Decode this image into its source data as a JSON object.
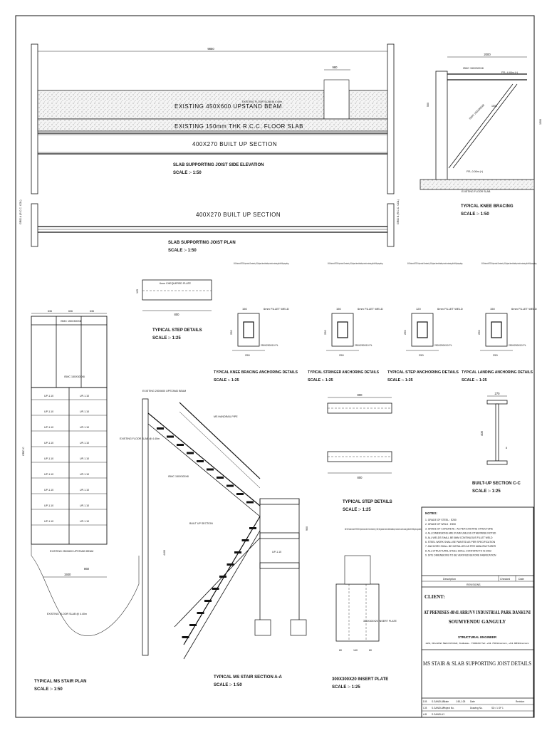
{
  "elevation": {
    "overall_dim": "9850",
    "gap_dim": "980",
    "upstand_label": "EXISTING 450X600 UPSTAND BEAM",
    "ffl_label": "EXISTING FLOOR SLAB @ 4.40m",
    "slab_label": "EXISTING 150mm THK R.C.C. FLOOR SLAB",
    "beam_label": "400X270 BUILT UP SECTION",
    "title": "SLAB SUPPORTING JOIST SIDE ELEVATION",
    "scale": "SCALE :- 1:50"
  },
  "plan": {
    "beam_label": "400X270 BUILT UP SECTION",
    "title": "SLAB SUPPORTING JOIST PLAN",
    "scale": "SCALE :- 1:50"
  },
  "knee": {
    "top_dim": "2000",
    "plate_label": "ISMC 150X300X8",
    "ffl_top": "FFL-4.40m (+)",
    "ffl_bot": "FFL-0.00m (+)",
    "ffl_existing": "EXISTING FLOOR SLAB",
    "brace_label": "ISMC 150X300X8",
    "brace_dim": "1500",
    "side_dim": "1500",
    "left_dim": "500",
    "title": "TYPICAL KNEE BRACING",
    "scale": "SCALE :- 1:50"
  },
  "step_detail_1": {
    "plate_label": "6mm CHEQUERED PLATE",
    "dim_h": "125",
    "dim_w": "800",
    "title": "TYPICAL STEP DETAILS",
    "scale": "SCALE :- 1:25"
  },
  "anchor_note": "M16 HILTI threaded rod with HIT-RE 500 V4 injection mortar with 120 mm embedment h_ef, M16, Steel galvanized. Hammer drilled installation per instruction for use with annular gap filled with Hilti filling set using suitable gap...",
  "anchors": [
    {
      "title": "TYPICAL KNEE BRACING ANCHORING DETAILS",
      "scale": "SCALE :- 1:25",
      "weld": "6mm FILLET WELD",
      "plate": "250X250X10 PL",
      "d1": "150",
      "d2": "250",
      "d3": "250"
    },
    {
      "title": "TYPICAL STRINGER ANCHORING DETAILS",
      "scale": "SCALE :- 1:25",
      "weld": "6mm FILLET WELD",
      "plate": "250X250X10 PL",
      "d1": "150",
      "d2": "250",
      "d3": "250"
    },
    {
      "title": "TYPICAL STEP ANCHORING DETAILS",
      "scale": "SCALE :- 1:25",
      "weld": "6mm FILLET WELD",
      "plate": "250X250X10 PL",
      "d1": "120",
      "d2": "250",
      "d3": "250"
    },
    {
      "title": "TYPICAL LANDING ANCHORING DETAILS",
      "scale": "SCALE :- 1:25",
      "weld": "6mm FILLET WELD",
      "plate": "250X250X10 PL",
      "d1": "150",
      "d2": "250",
      "d3": "250"
    }
  ],
  "stair_plan": {
    "dims": [
      "636",
      "636",
      "636"
    ],
    "landing_label": "ISMC 150X300X8",
    "mid_label": "ISMC 150X300X8",
    "steps_left": [
      "UP-1.10",
      "UP-1.10",
      "UP-1.10",
      "UP-1.10",
      "UP-1.10",
      "UP-1.10",
      "UP-1.10",
      "UP-1.10",
      "UP-1.10"
    ],
    "steps_right": [
      "UP-1.10",
      "UP-1.10",
      "UP-1.10",
      "UP-1.10",
      "UP-1.10",
      "UP-1.10",
      "UP-1.10",
      "UP-1.10",
      "UP-1.10"
    ],
    "upstand": "EXISTING 250X600 UPSTAND BEAM",
    "ffl": "EXISTING FLOOR SLAB @ 4.40m",
    "dim_bottom": "1930",
    "dim_right": "860",
    "title": "TYPICAL MS STAIR PLAN",
    "scale": "SCALE :- 1:50"
  },
  "stair_section": {
    "upstand": "EXISTING 250X600 UPSTAND BEAM",
    "ffl": "EXISTING FLOOR SLAB @ 4.40m",
    "handrail": "MS HANDRAIL PIPE",
    "stringer": "ISMC 150X300X8",
    "section": "BUILT UP SECTION",
    "landing": "UP-1.10",
    "dim_v": "4400",
    "dim_v2": "900",
    "title": "TYPICAL MS STAIR SECTION A-A",
    "scale": "SCALE :- 1:50"
  },
  "step_detail_2": {
    "dim_top": "800",
    "dim_bot": "800",
    "title": "TYPICAL STEP DETAILS",
    "scale": "SCALE :- 1:25"
  },
  "builtup": {
    "dim_top": "270",
    "dim_h": "400",
    "dim_t": "8",
    "title": "BUILT-UP SECTION C-C",
    "scale": "SCALE :- 1:25"
  },
  "insert_plate": {
    "plate": "300X300X20 INSERT PLATE",
    "dims": [
      "80",
      "140",
      "80"
    ],
    "title": "300X300X20 INSERT PLATE",
    "scale": "SCALE :- 1:25"
  },
  "notes": {
    "heading": "NOTES:",
    "items": [
      "1. GRADE OF STEEL : E250",
      "2. GRADE OF WELD : E350",
      "3. GRADE OF CONCRETE : AS PER EXISTING STRUCTURE",
      "4. ALL DIMENSIONS ARE IN MM UNLESS OTHERWISE NOTED",
      "5. ALL WELDS SHALL BE 6MM CONTINUOUS FILLET WELD",
      "6. STEEL WORK SHALL BE PAINTED AS PER SPECIFICATION",
      "7. ANCHORS SHALL BE INSTALLED AS PER MANUFACTURER",
      "8. ALL STRUCTURAL STEEL SHALL CONFORM TO IS 2062",
      "9. SITE DIMENSIONS TO BE VERIFIED BEFORE FABRICATION"
    ]
  },
  "revision": {
    "cols": [
      "Description",
      "Checked",
      "Date"
    ],
    "label": "REVISIONS"
  },
  "client": {
    "label": "CLIENT:",
    "line1": "AT PREMISES 40/41 ARRJVV INDUSTRIAL PARK DANKUNI",
    "line2": "SOUMYENDU GANGULY",
    "role": "STRUCTURAL ENGINEER",
    "address": "224, RAJANI SEN ROAD, Kolkata - 700029  Tel: +91 7003xxxxxx, +91 9830xxxxxx"
  },
  "drawing_title": "MS STAIR & SLAB SUPPORTING JOIST DETAILS",
  "title_block": {
    "rows": [
      [
        "D.B",
        "S.GANGULY",
        "Scale",
        "1:50,1:25",
        "Date",
        "",
        "Revision"
      ],
      [
        "C.B",
        "S.GANGULY",
        "Project No.",
        "",
        "Drawing No.",
        "SD / 1 OF 1",
        ""
      ],
      [
        "A.B",
        "S.GANGULY",
        "",
        "",
        "",
        "",
        ""
      ]
    ]
  },
  "side_labels": [
    "GRID A (R.C.C. COL)",
    "GRID B (R.C.C. COL)",
    "GRID C"
  ]
}
